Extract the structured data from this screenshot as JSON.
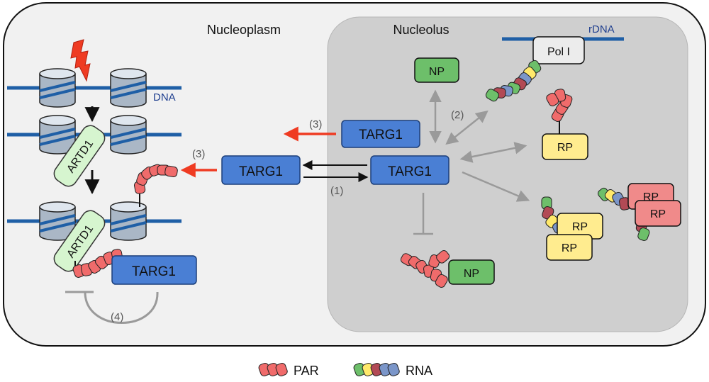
{
  "compartments": {
    "nucleoplasm": "Nucleoplasm",
    "nucleolus": "Nucleolus"
  },
  "labels": {
    "dna": "DNA",
    "rdna": "rDNA",
    "pol_i": "Pol I",
    "artd1": "ARTD1",
    "targ1": "TARG1",
    "np": "NP",
    "rp": "RP"
  },
  "steps": {
    "s1": "(1)",
    "s2": "(2)",
    "s3": "(3)",
    "s4": "(4)"
  },
  "legend": {
    "par": "PAR",
    "rna": "RNA"
  },
  "colors": {
    "targ1": "#4a7fd4",
    "np": "#6dbf6a",
    "rp": "#ffec8f",
    "rp_pink": "#f08a8a",
    "artd1": "#d6f5cf",
    "par": "#f06b6b",
    "nucleolus": "#cfcfcf",
    "dna": "#1f5fa6",
    "export_arrow": "#f03c22"
  }
}
